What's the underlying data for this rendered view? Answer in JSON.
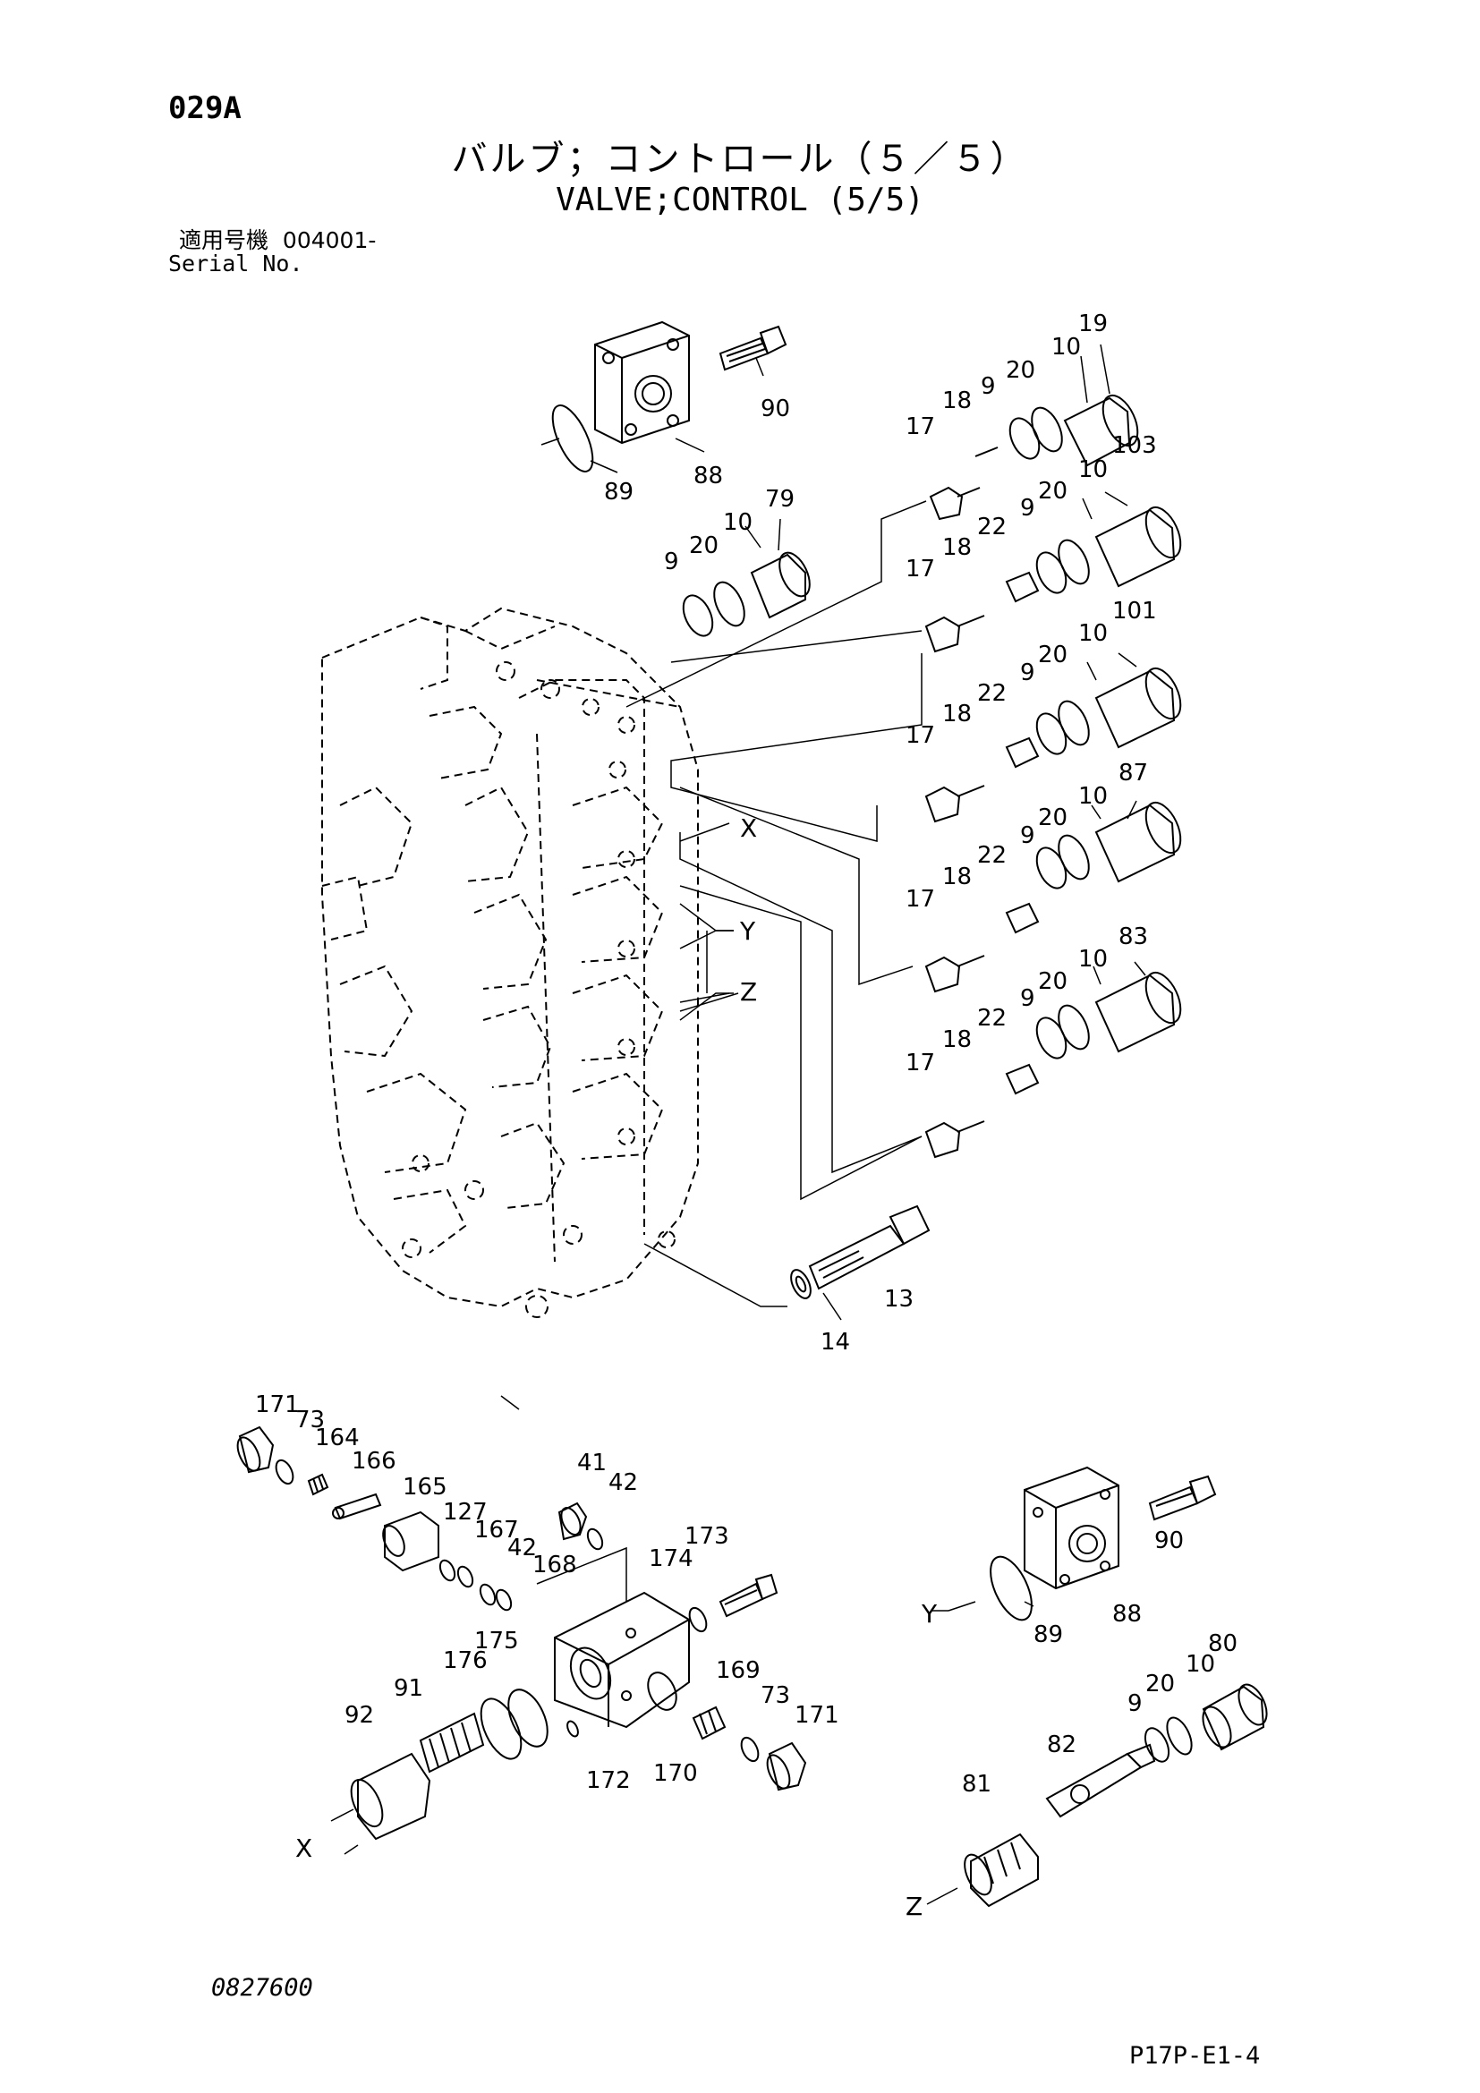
{
  "header": {
    "page_code": "029A",
    "title_jp": "バルブ；コントロール（５／５）",
    "title_en": "VALVE;CONTROL (5/5)",
    "serial_label_jp": "適用号機",
    "serial_value": "004001-",
    "serial_label_en": "Serial No."
  },
  "footer": {
    "doc_number": "0827600",
    "page_ref": "P17P-E1-4"
  },
  "callouts": {
    "p19": "19",
    "p10": "10",
    "p20": "20",
    "p9": "9",
    "p18": "18",
    "p17": "17",
    "p90": "90",
    "p88": "88",
    "p89": "89",
    "p79": "79",
    "p103": "103",
    "p22": "22",
    "p101": "101",
    "p87": "87",
    "p83": "83",
    "p13": "13",
    "p14": "14",
    "p171": "171",
    "p73": "73",
    "p164": "164",
    "p166": "166",
    "p165": "165",
    "p127": "127",
    "p167": "167",
    "p42": "42",
    "p168": "168",
    "p41": "41",
    "p173": "173",
    "p174": "174",
    "p175": "175",
    "p176": "176",
    "p91": "91",
    "p92": "92",
    "p169": "169",
    "p172": "172",
    "p170": "170",
    "p80": "80",
    "p82": "82",
    "p81": "81",
    "x": "X",
    "y": "Y",
    "z": "Z"
  }
}
